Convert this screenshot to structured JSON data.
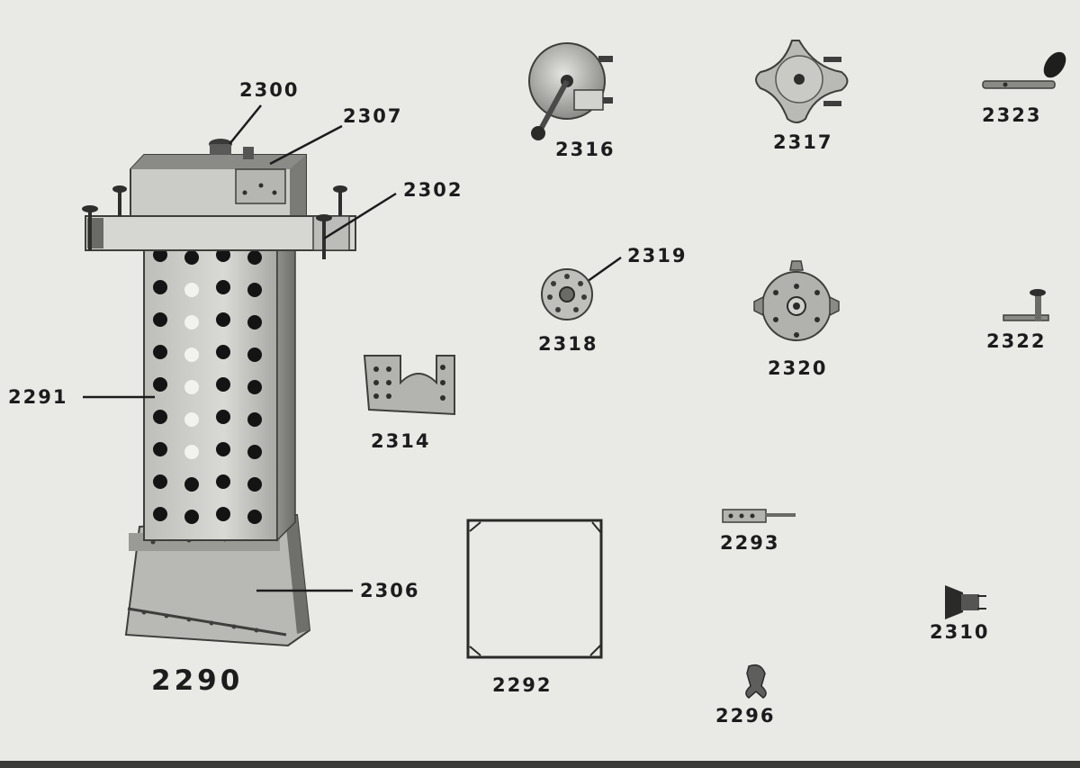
{
  "colors": {
    "paper": "#e9e9e6",
    "metal_light": "#d4d4d0",
    "metal_mid": "#a9a9a5",
    "metal_dark": "#4a4a48",
    "ink": "#1c1c1c"
  },
  "labels": {
    "l2290": "2290",
    "l2291": "2291",
    "l2292": "2292",
    "l2293": "2293",
    "l2296": "2296",
    "l2300": "2300",
    "l2302": "2302",
    "l2306": "2306",
    "l2307": "2307",
    "l2310": "2310",
    "l2314": "2314",
    "l2316": "2316",
    "l2317": "2317",
    "l2318": "2318",
    "l2319": "2319",
    "l2320": "2320",
    "l2322": "2322",
    "l2323": "2323"
  }
}
